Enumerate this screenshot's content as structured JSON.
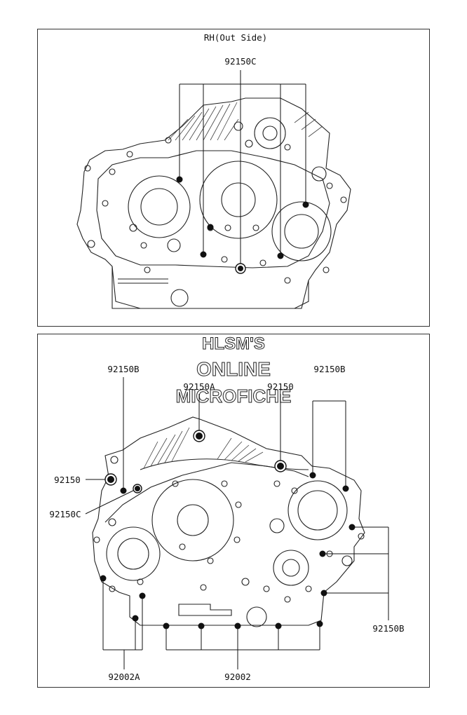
{
  "top_panel": {
    "title": "RH(Out Side)",
    "labels": {
      "top_center": "92150C"
    }
  },
  "bottom_panel": {
    "watermark": {
      "line1": "HLSM'S",
      "line2": "ONLINE",
      "line3": "MICROFICHE"
    },
    "labels": {
      "b_left": "92150B",
      "a_center": "92150A",
      "plain_center": "92150",
      "b_right_top": "92150B",
      "plain_left": "92150",
      "c_left": "92150C",
      "b_right_bottom": "92150B",
      "a_bottom": "92002A",
      "bottom_center": "92002"
    }
  }
}
